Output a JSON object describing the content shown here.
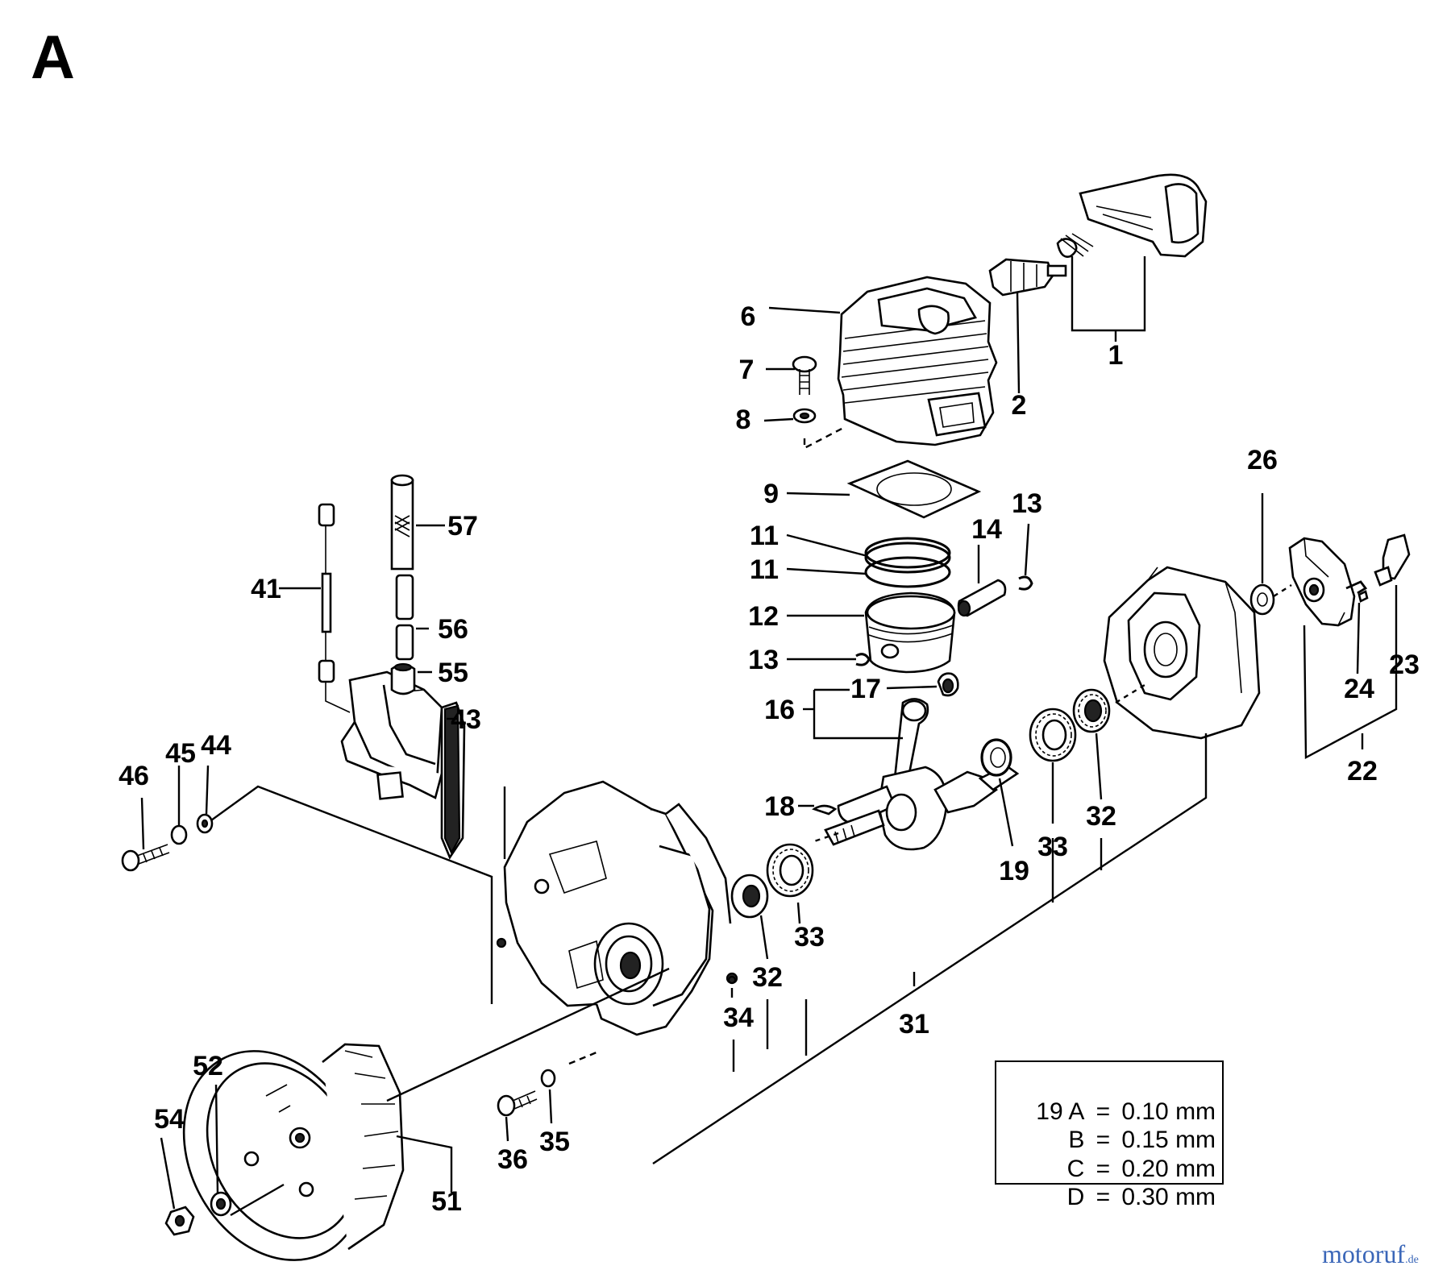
{
  "sheet_letter": "A",
  "callouts": {
    "c1": "1",
    "c2": "2",
    "c6": "6",
    "c7": "7",
    "c8": "8",
    "c9": "9",
    "c11a": "11",
    "c11b": "11",
    "c12": "12",
    "c13a": "13",
    "c13b": "13",
    "c14": "14",
    "c16": "16",
    "c17": "17",
    "c18": "18",
    "c19": "19",
    "c22": "22",
    "c23": "23",
    "c24": "24",
    "c26": "26",
    "c31": "31",
    "c32a": "32",
    "c32b": "32",
    "c33a": "33",
    "c33b": "33",
    "c34": "34",
    "c35": "35",
    "c36": "36",
    "c41": "41",
    "c43": "43",
    "c44": "44",
    "c45": "45",
    "c46": "46",
    "c51": "51",
    "c52": "52",
    "c54": "54",
    "c55": "55",
    "c56": "56",
    "c57": "57"
  },
  "legend": {
    "rows": [
      {
        "code": "19 A",
        "eq": "=",
        "value": "0.10 mm"
      },
      {
        "code": "B",
        "eq": "=",
        "value": "0.15 mm"
      },
      {
        "code": "C",
        "eq": "=",
        "value": "0.20 mm"
      },
      {
        "code": "D",
        "eq": "=",
        "value": "0.30 mm"
      }
    ]
  },
  "watermark": {
    "brand": "motoruf",
    "tld": ".de"
  },
  "colors": {
    "ink": "#000000",
    "paper": "#ffffff",
    "watermark": "#3a66b8"
  }
}
